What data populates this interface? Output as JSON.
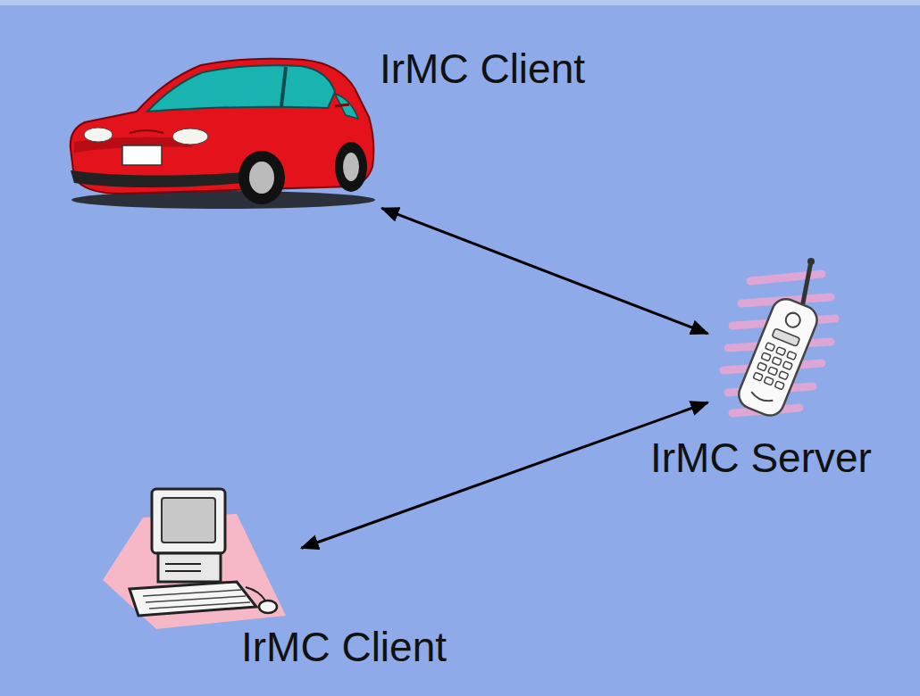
{
  "diagram": {
    "nodes": [
      {
        "text": [
          "IrMC Client"
        ]
      },
      {
        "text": [
          "IrMC Server"
        ]
      },
      {
        "text": [
          "IrMC Client"
        ]
      }
    ],
    "edges": [
      {
        "from": 0,
        "to": 1,
        "arrow": "both"
      },
      {
        "from": 1,
        "to": 2,
        "arrow": "both"
      }
    ]
  }
}
